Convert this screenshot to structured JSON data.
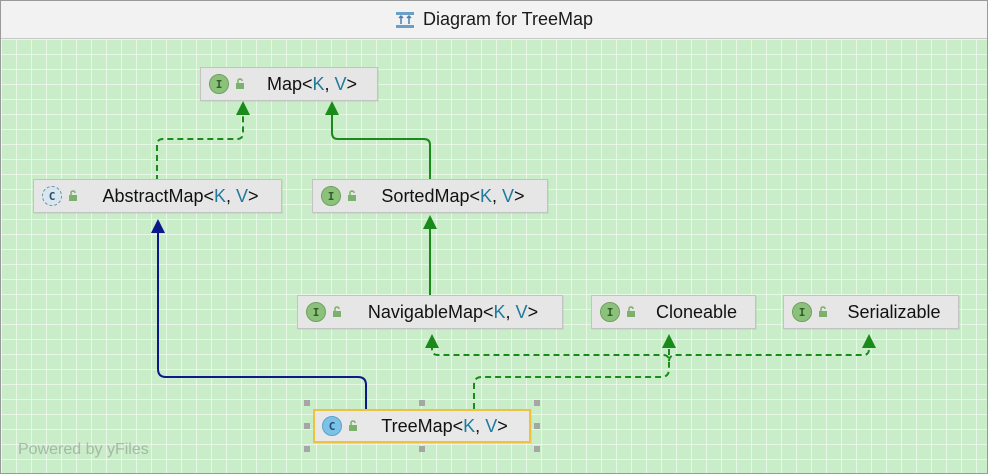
{
  "window": {
    "title": "Diagram for TreeMap",
    "title_icon": "diagram-icon"
  },
  "nodes": {
    "map": {
      "kind": "I",
      "name": "Map",
      "lt": "<",
      "k": "K",
      "sep": ", ",
      "v": "V",
      "gt": ">"
    },
    "abstractmap": {
      "kind": "C",
      "name": "AbstractMap",
      "lt": "<",
      "k": "K",
      "sep": ", ",
      "v": "V",
      "gt": ">"
    },
    "sortedmap": {
      "kind": "I",
      "name": "SortedMap",
      "lt": "<",
      "k": "K",
      "sep": ", ",
      "v": "V",
      "gt": ">"
    },
    "navigablemap": {
      "kind": "I",
      "name": "NavigableMap",
      "lt": "<",
      "k": "K",
      "sep": ", ",
      "v": "V",
      "gt": ">"
    },
    "cloneable": {
      "kind": "I",
      "name": "Cloneable"
    },
    "serializable": {
      "kind": "I",
      "name": "Serializable"
    },
    "treemap": {
      "kind": "C",
      "name": "TreeMap",
      "lt": "<",
      "k": "K",
      "sep": ", ",
      "v": "V",
      "gt": ">"
    }
  },
  "colors": {
    "canvas": "#c8edc8",
    "implements_edge": "#1a8a1a",
    "extends_interface_edge": "#1a8a1a",
    "extends_class_edge": "#0a1a8a",
    "type_param": "#1f7a9e",
    "selection_border": "#f0c040"
  },
  "watermark": "Powered by yFiles"
}
